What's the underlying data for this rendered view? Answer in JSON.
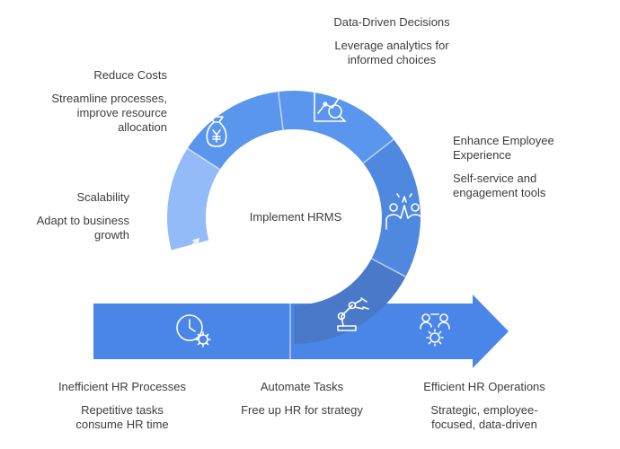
{
  "center_label": "Implement HRMS",
  "colors": {
    "arrow": "#4A86E8",
    "seg_data": "#5A96EE",
    "seg_cost": "#5A96EE",
    "seg_employee": "#4F89DF",
    "seg_scalability": "#93BBF7",
    "seg_automate": "#4A79C9",
    "icon_stroke": "#ffffff",
    "text": "#3d3d3d"
  },
  "segments": [
    {
      "title": "Data-Driven Decisions",
      "description": "Leverage analytics for informed choices",
      "icon": "analytics-magnifier-icon"
    },
    {
      "title": "Reduce Costs",
      "description": "Streamline processes, improve resource allocation",
      "icon": "money-bag-icon"
    },
    {
      "title": "Enhance Employee Experience",
      "description": "Self-service and engagement tools",
      "icon": "high-five-icon"
    },
    {
      "title": "Scalability",
      "description": "Adapt to business growth",
      "icon": "growing-plant-icon"
    },
    {
      "title": "Automate Tasks",
      "description": "Free up HR for strategy",
      "icon": "robot-arm-icon"
    }
  ],
  "start": {
    "title": "Inefficient HR Processes",
    "description": "Repetitive tasks consume HR time",
    "icon": "clock-gear-icon"
  },
  "end": {
    "title": "Efficient HR Operations",
    "description": "Strategic, employee-focused, data-driven",
    "icon": "team-gear-icon"
  }
}
